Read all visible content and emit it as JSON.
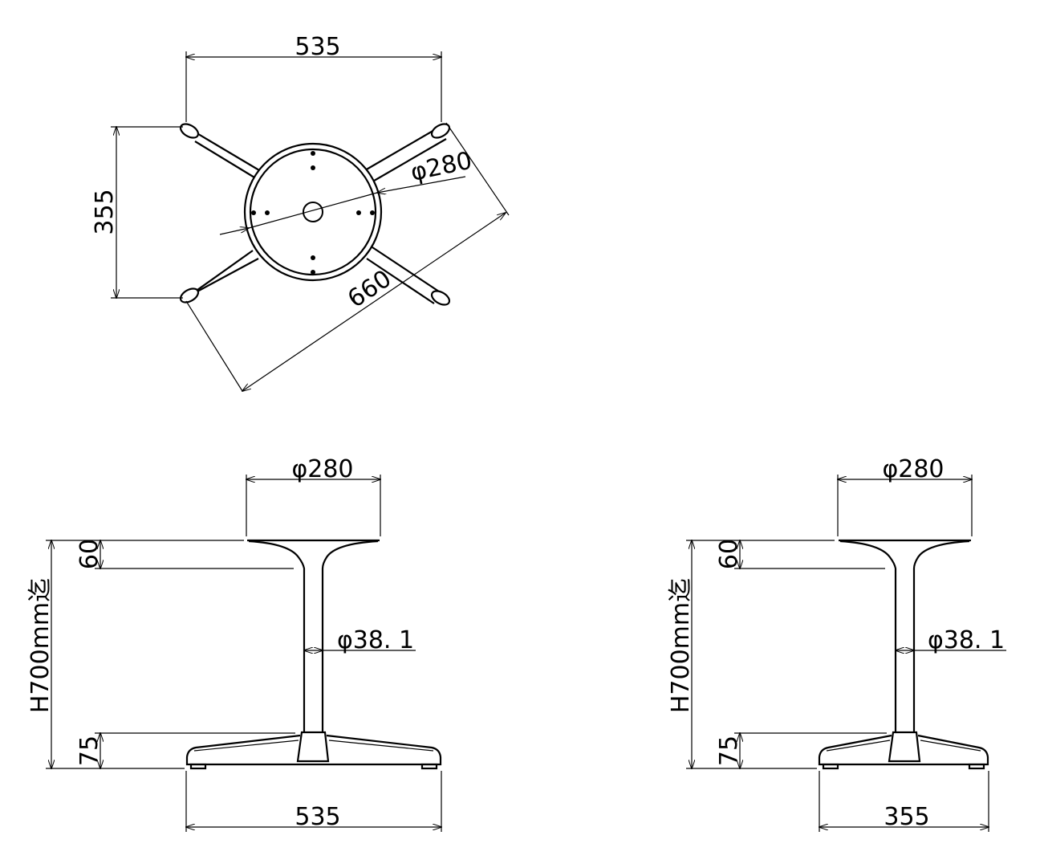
{
  "top_view": {
    "width_label": "535",
    "depth_label": "355",
    "plate_diameter_label": "φ280",
    "diagonal_label": "660"
  },
  "front_view": {
    "plate_label": "φ280",
    "neck_label": "60",
    "height_label": "H700mm迄",
    "column_label": "φ38. 1",
    "foot_label": "75",
    "base_label": "535"
  },
  "side_view": {
    "plate_label": "φ280",
    "neck_label": "60",
    "height_label": "H700mm迄",
    "column_label": "φ38. 1",
    "foot_label": "75",
    "base_label": "355"
  }
}
